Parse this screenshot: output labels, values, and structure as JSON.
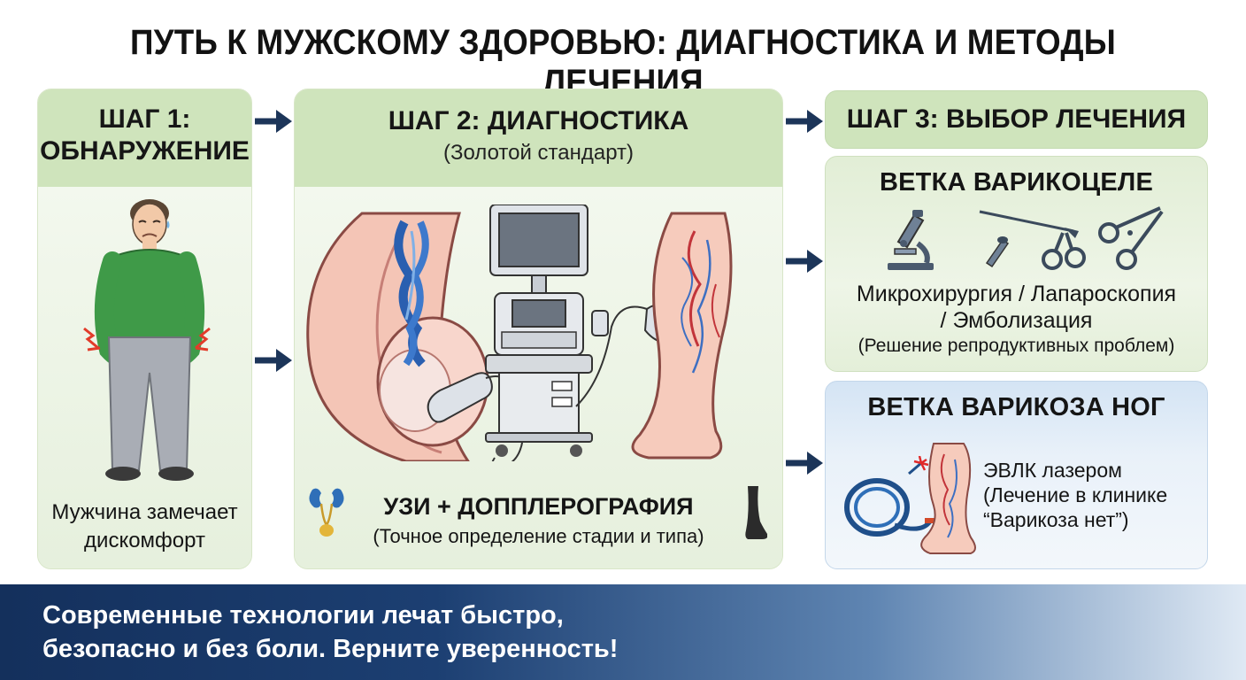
{
  "title": "ПУТЬ К МУЖСКОМУ ЗДОРОВЬЮ: ДИАГНОСТИКА И МЕТОДЫ ЛЕЧЕНИЯ",
  "step1": {
    "heading_line1": "ШАГ 1:",
    "heading_line2": "ОБНАРУЖЕНИЕ",
    "caption_line1": "Мужчина замечает",
    "caption_line2": "дискомфорт"
  },
  "step2": {
    "heading": "ШАГ 2: ДИАГНОСТИКА",
    "subheading": "(Золотой стандарт)",
    "method": "УЗИ + ДОППЛЕРОГРАФИЯ",
    "method_note": "(Точное определение стадии и типа)"
  },
  "step3": {
    "heading": "ШАГ 3: ВЫБОР ЛЕЧЕНИЯ",
    "branch_varicocele": {
      "title": "ВЕТКА ВАРИКОЦЕЛЕ",
      "methods_line1": "Микрохирургия / Лапароскопия",
      "methods_line2": "/ Эмболизация",
      "note": "(Решение репродуктивных проблем)"
    },
    "branch_legs": {
      "title": "ВЕТКА ВАРИКОЗА НОГ",
      "line1": "ЭВЛК лазером",
      "line2": "(Лечение в клинике",
      "line3": "“Варикоза нет”)"
    }
  },
  "footer": {
    "line1": "Современные технологии лечат быстро,",
    "line2": "безопасно и без боли. Верните уверенность!"
  },
  "colors": {
    "card_green": "#e9f2df",
    "header_green": "#cfe4bc",
    "branch_blue": "#dfeaf6",
    "arrow_navy": "#1c3559",
    "footer_navy": "#14305c"
  }
}
